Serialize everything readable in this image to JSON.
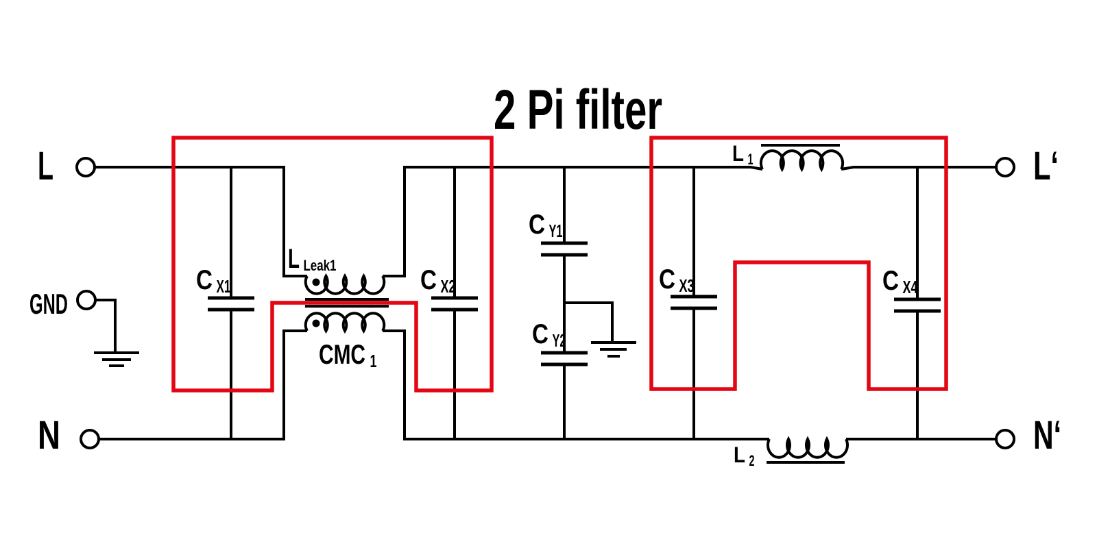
{
  "title": {
    "text": "2 Pi filter"
  },
  "colors": {
    "background": "#ffffff",
    "wire": "#000000",
    "label": "#000000",
    "highlight": "#e30613"
  },
  "terminals": {
    "l": {
      "label": "L"
    },
    "gnd": {
      "label": "GND"
    },
    "n": {
      "label": "N"
    },
    "l_out": {
      "label": "L‘"
    },
    "n_out": {
      "label": "N‘"
    }
  },
  "components": {
    "cx1": {
      "base": "C",
      "sub": "X1"
    },
    "lleak1": {
      "base": "L",
      "sub": "Leak1"
    },
    "cmc1": {
      "base": "CMC",
      "sub": "1"
    },
    "cx2": {
      "base": "C",
      "sub": "X2"
    },
    "cy1": {
      "base": "C",
      "sub": "Y1"
    },
    "cy2": {
      "base": "C",
      "sub": "Y2"
    },
    "cx3": {
      "base": "C",
      "sub": "X3"
    },
    "l1": {
      "base": "L",
      "sub": "1"
    },
    "cx4": {
      "base": "C",
      "sub": "X4"
    },
    "l2": {
      "base": "L",
      "sub": "2"
    }
  }
}
